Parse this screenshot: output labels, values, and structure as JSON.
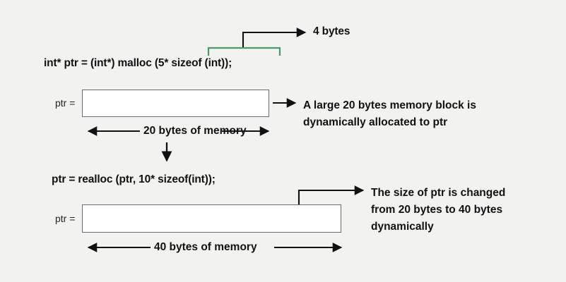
{
  "figure": {
    "background_color": "#f2f2f0",
    "ink_color": "#111111",
    "bracket_color": "#4a9a6a",
    "block_border_color": "#6b6b6b",
    "block_fill_color": "#ffffff"
  },
  "malloc_step": {
    "code": "int* ptr = (int*) malloc (5* sizeof (int));",
    "bracket_note": "4 bytes",
    "pointer_label": "ptr =",
    "dimension_label": "20 bytes of memory",
    "callout_line1": "A large 20 bytes memory block is",
    "callout_line2": "dynamically allocated to ptr",
    "callout_text": "A large 20 bytes memory block is dynamically allocated to ptr"
  },
  "realloc_step": {
    "code": "ptr = realloc (ptr, 10* sizeof(int));",
    "pointer_label": "ptr =",
    "dimension_label": "40 bytes of memory",
    "callout_line1": "The size of ptr is changed",
    "callout_line2": "from 20 bytes to 40 bytes",
    "callout_line3": "dynamically",
    "callout_text": "The size of ptr is changed from 20 bytes to 40 bytes dynamically"
  }
}
